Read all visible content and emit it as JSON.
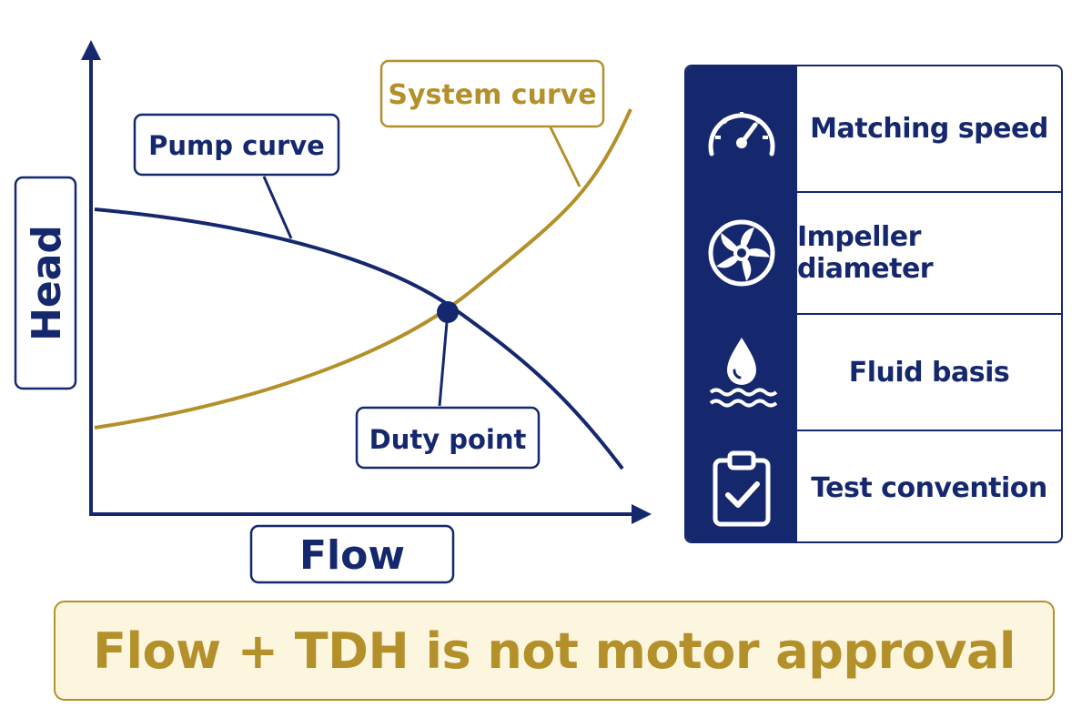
{
  "axes": {
    "x_label": "Flow",
    "y_label": "Head"
  },
  "curves": {
    "pump_label": "Pump curve",
    "system_label": "System curve",
    "duty_label": "Duty point"
  },
  "factors": [
    {
      "icon": "gauge-icon",
      "label": "Matching speed"
    },
    {
      "icon": "impeller-icon",
      "label": "Impeller diameter"
    },
    {
      "icon": "water-drop-icon",
      "label": "Fluid basis"
    },
    {
      "icon": "clipboard-check-icon",
      "label": "Test convention"
    }
  ],
  "banner": {
    "text": "Flow + TDH is not motor approval"
  },
  "colors": {
    "navy": "#15286e",
    "gold": "#b4902a",
    "banner_fill": "#fdf6df"
  }
}
